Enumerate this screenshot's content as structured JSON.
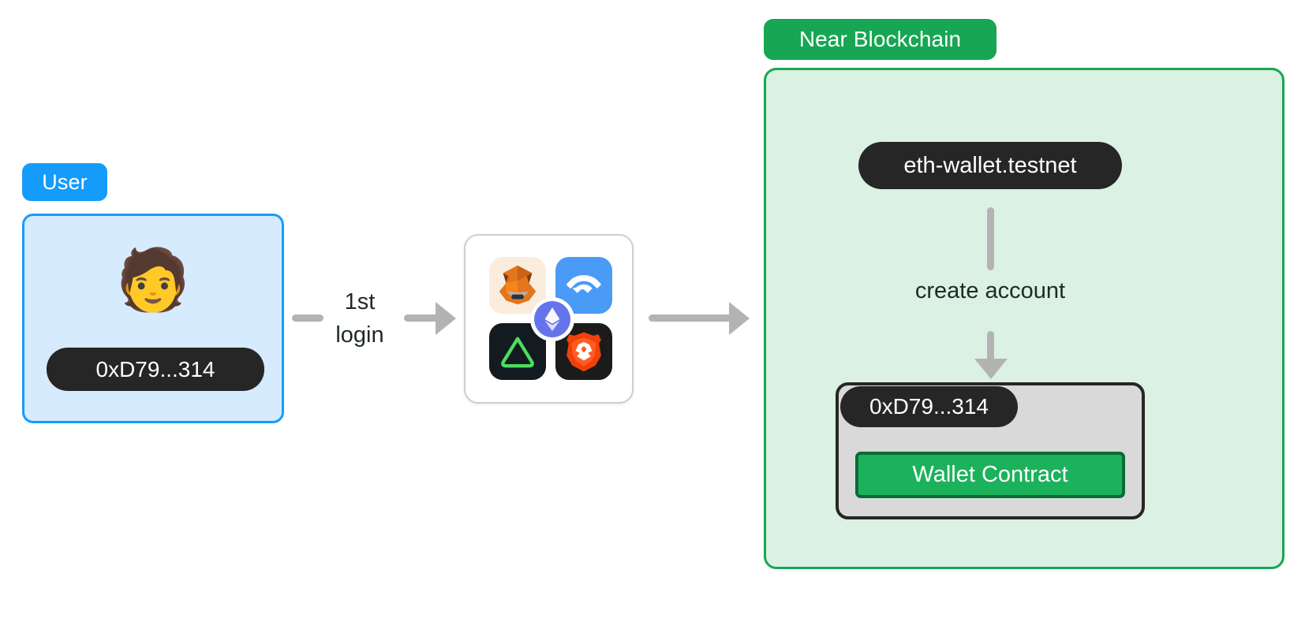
{
  "diagram": {
    "title": "NEAR wallet account creation flow",
    "background": "#ffffff"
  },
  "user_group": {
    "badge_label": "User",
    "badge_color": "#159cfb",
    "box_fill": "#d6ebfd",
    "box_border": "#159cfb",
    "avatar_icon": "person-face-emoji",
    "avatar_glyph": "🧑",
    "address_label": "0xD79...314",
    "address_chip_color": "#262626"
  },
  "edges": {
    "login_label": "1st\nlogin",
    "create_account_label": "create account",
    "arrow_color": "#b3b3b3",
    "label_color": "#1f2a24"
  },
  "wallets_card": {
    "card_border": "#cfcfcf",
    "tiles": [
      {
        "name": "metamask",
        "label": "MetaMask",
        "bg": "#fbeddd"
      },
      {
        "name": "walletconnect",
        "label": "WalletConnect",
        "bg": "#4a9bf5"
      },
      {
        "name": "rainbow",
        "label": "Rainbow",
        "bg": "#131a20"
      },
      {
        "name": "brave",
        "label": "Brave Wallet",
        "bg": "#1b1b1b"
      }
    ],
    "overlay": {
      "name": "ethereum",
      "label": "Ethereum",
      "bg": "#6674ec"
    }
  },
  "near_group": {
    "badge_label": "Near Blockchain",
    "badge_color": "#17a653",
    "panel_fill": "#dbf1e3",
    "panel_border": "#17a653",
    "account_label": "eth-wallet.testnet",
    "account_chip_color": "#262626"
  },
  "contract_group": {
    "address_label": "0xD79...314",
    "box_fill": "#d9d9d9",
    "box_border": "#262626",
    "button_label": "Wallet Contract",
    "button_color": "#1cb25c",
    "button_border": "#0b6b34"
  }
}
